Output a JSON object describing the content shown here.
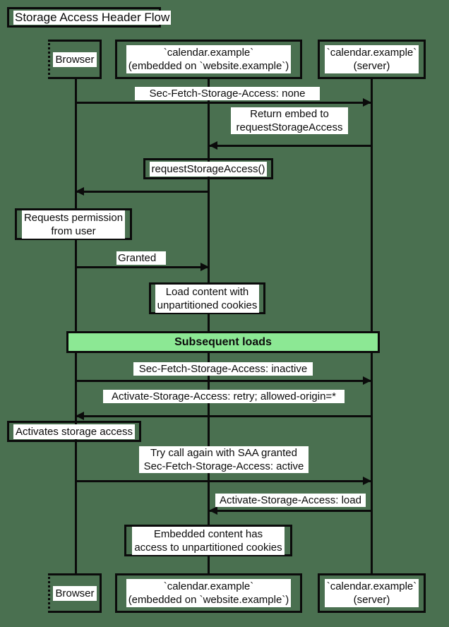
{
  "diagram": {
    "kind": "sequence-diagram",
    "title": "Storage Access Header Flow",
    "background_color": "#4a7050",
    "line_color": "#0b0b0b",
    "label_background": "#ffffff",
    "highlight_color": "#8ce894"
  },
  "participants": [
    {
      "id": "browser",
      "label": "Browser",
      "top_label": "Browser",
      "bottom_label": "Browser"
    },
    {
      "id": "embed",
      "label": "`calendar.example`\n(embedded on `website.example`)",
      "top_label": "`calendar.example`\n(embedded on `website.example`)",
      "bottom_label": "`calendar.example`\n(embedded on `website.example`)"
    },
    {
      "id": "server",
      "label": "`calendar.example`\n(server)",
      "top_label": "`calendar.example`\n(server)",
      "bottom_label": "`calendar.example`\n(server)"
    }
  ],
  "messages": [
    {
      "id": "m1",
      "from": "browser",
      "to": "server",
      "direction": "right",
      "text": "Sec-Fetch-Storage-Access: none"
    },
    {
      "id": "m2",
      "from": "server",
      "to": "embed",
      "direction": "left",
      "text": "Return embed to\nrequestStorageAccess"
    },
    {
      "id": "m3",
      "from": "embed",
      "to": "browser",
      "direction": "left",
      "text": ""
    },
    {
      "id": "m4",
      "from": "browser",
      "to": "embed",
      "direction": "right",
      "text": "Granted"
    },
    {
      "id": "m5",
      "from": "browser",
      "to": "server",
      "direction": "right",
      "text": "Sec-Fetch-Storage-Access: inactive"
    },
    {
      "id": "m6",
      "from": "server",
      "to": "browser",
      "direction": "left",
      "text": "Activate-Storage-Access: retry; allowed-origin=*"
    },
    {
      "id": "m7",
      "from": "browser",
      "to": "server",
      "direction": "right",
      "text": "Try call again with SAA granted\nSec-Fetch-Storage-Access: active"
    },
    {
      "id": "m8",
      "from": "server",
      "to": "embed",
      "direction": "left",
      "text": "Activate-Storage-Access: load"
    }
  ],
  "notes": [
    {
      "id": "n1",
      "on": "embed",
      "text": "requestStorageAccess()"
    },
    {
      "id": "n2",
      "on": "browser",
      "text": "Requests permission\nfrom user"
    },
    {
      "id": "n3",
      "on": "embed",
      "text": "Load content with\nunpartitioned cookies"
    },
    {
      "id": "n4",
      "on": "browser",
      "text": "Activates storage access"
    },
    {
      "id": "n5",
      "on": "embed",
      "text": "Embedded content has\naccess to unpartitioned cookies"
    }
  ],
  "sections": [
    {
      "id": "s1",
      "text": "Subsequent loads",
      "color": "#8ce894"
    }
  ]
}
